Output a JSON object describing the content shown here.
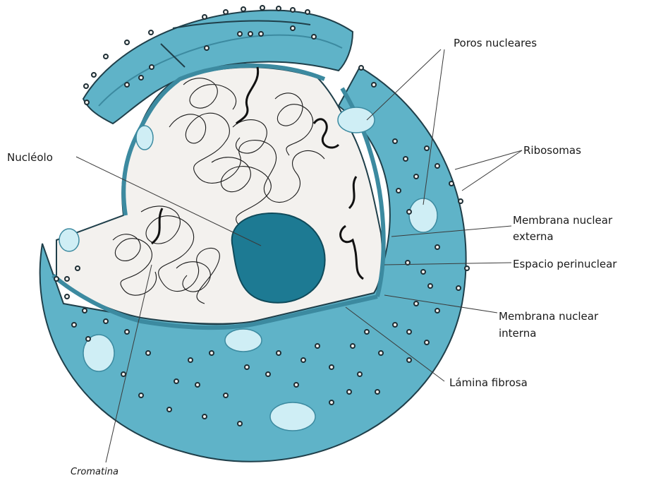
{
  "figure": {
    "labels": {
      "poros_nucleares": "Poros nucleares",
      "ribosomas": "Ribosomas",
      "nucleolo": "Nucléolo",
      "membrana_externa_line1": "Membrana nuclear",
      "membrana_externa_line2": "externa",
      "espacio_perinuclear": "Espacio perinuclear",
      "membrana_interna_line1": "Membrana nuclear",
      "membrana_interna_line2": "interna",
      "lamina_fibrosa": "Lámina fibrosa",
      "cromatina": "Cromatina"
    },
    "colors": {
      "envelope": "#5fb3c8",
      "envelope_dark": "#3c8aa0",
      "nucleoplasm": "#f3f1ee",
      "nucleolus": "#1d7a93",
      "pore": "#cfeef5",
      "ribosome": "#1f2f36",
      "chromatin": "#1a1a1a"
    }
  }
}
